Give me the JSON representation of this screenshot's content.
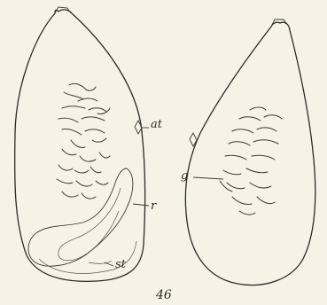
{
  "labels": {
    "at": "at",
    "r": "r",
    "st": "st",
    "g": "g",
    "figure_number": "46"
  }
}
